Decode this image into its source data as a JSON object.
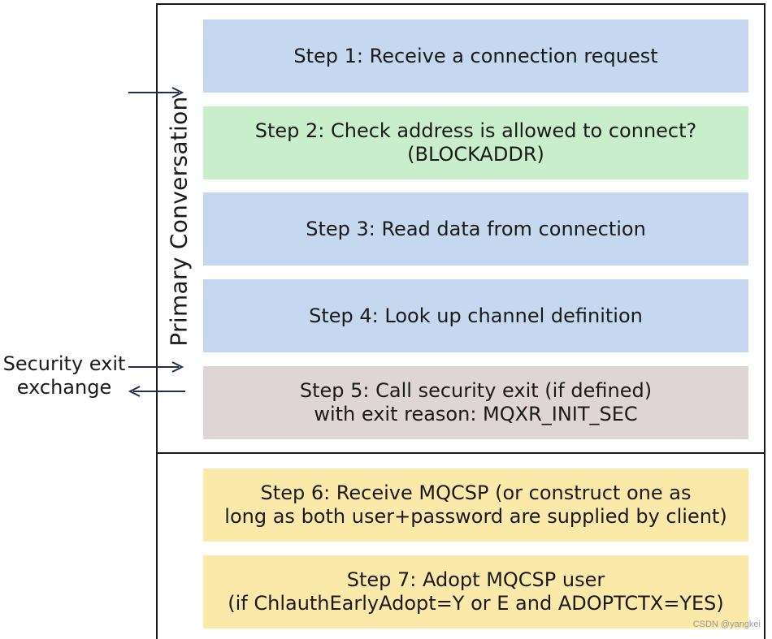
{
  "primary_label": "Primary Conversation",
  "side_label": {
    "line1": "Security exit",
    "line2": "exchange"
  },
  "steps": [
    {
      "lines": [
        "Step 1: Receive a connection request"
      ],
      "color": "#c6d8ef"
    },
    {
      "lines": [
        "Step 2: Check address is allowed to connect?",
        "(BLOCKADDR)"
      ],
      "color": "#c9eecc"
    },
    {
      "lines": [
        "Step 3: Read data from connection"
      ],
      "color": "#c6d8ef"
    },
    {
      "lines": [
        "Step 4: Look up channel definition"
      ],
      "color": "#c6d8ef"
    },
    {
      "lines": [
        "Step 5: Call security exit (if defined)",
        "with exit reason: MQXR_INIT_SEC"
      ],
      "color": "#e0d5d6"
    },
    {
      "lines": [
        "Step 6: Receive MQCSP (or construct one as",
        "long as both user+password are supplied by client)"
      ],
      "color": "#fae9a9"
    },
    {
      "lines": [
        "Step 7: Adopt MQCSP user",
        "(if ChlauthEarlyAdopt=Y or E and ADOPTCTX=YES)"
      ],
      "color": "#fae9a9"
    }
  ],
  "watermark": "CSDN @yangkei"
}
